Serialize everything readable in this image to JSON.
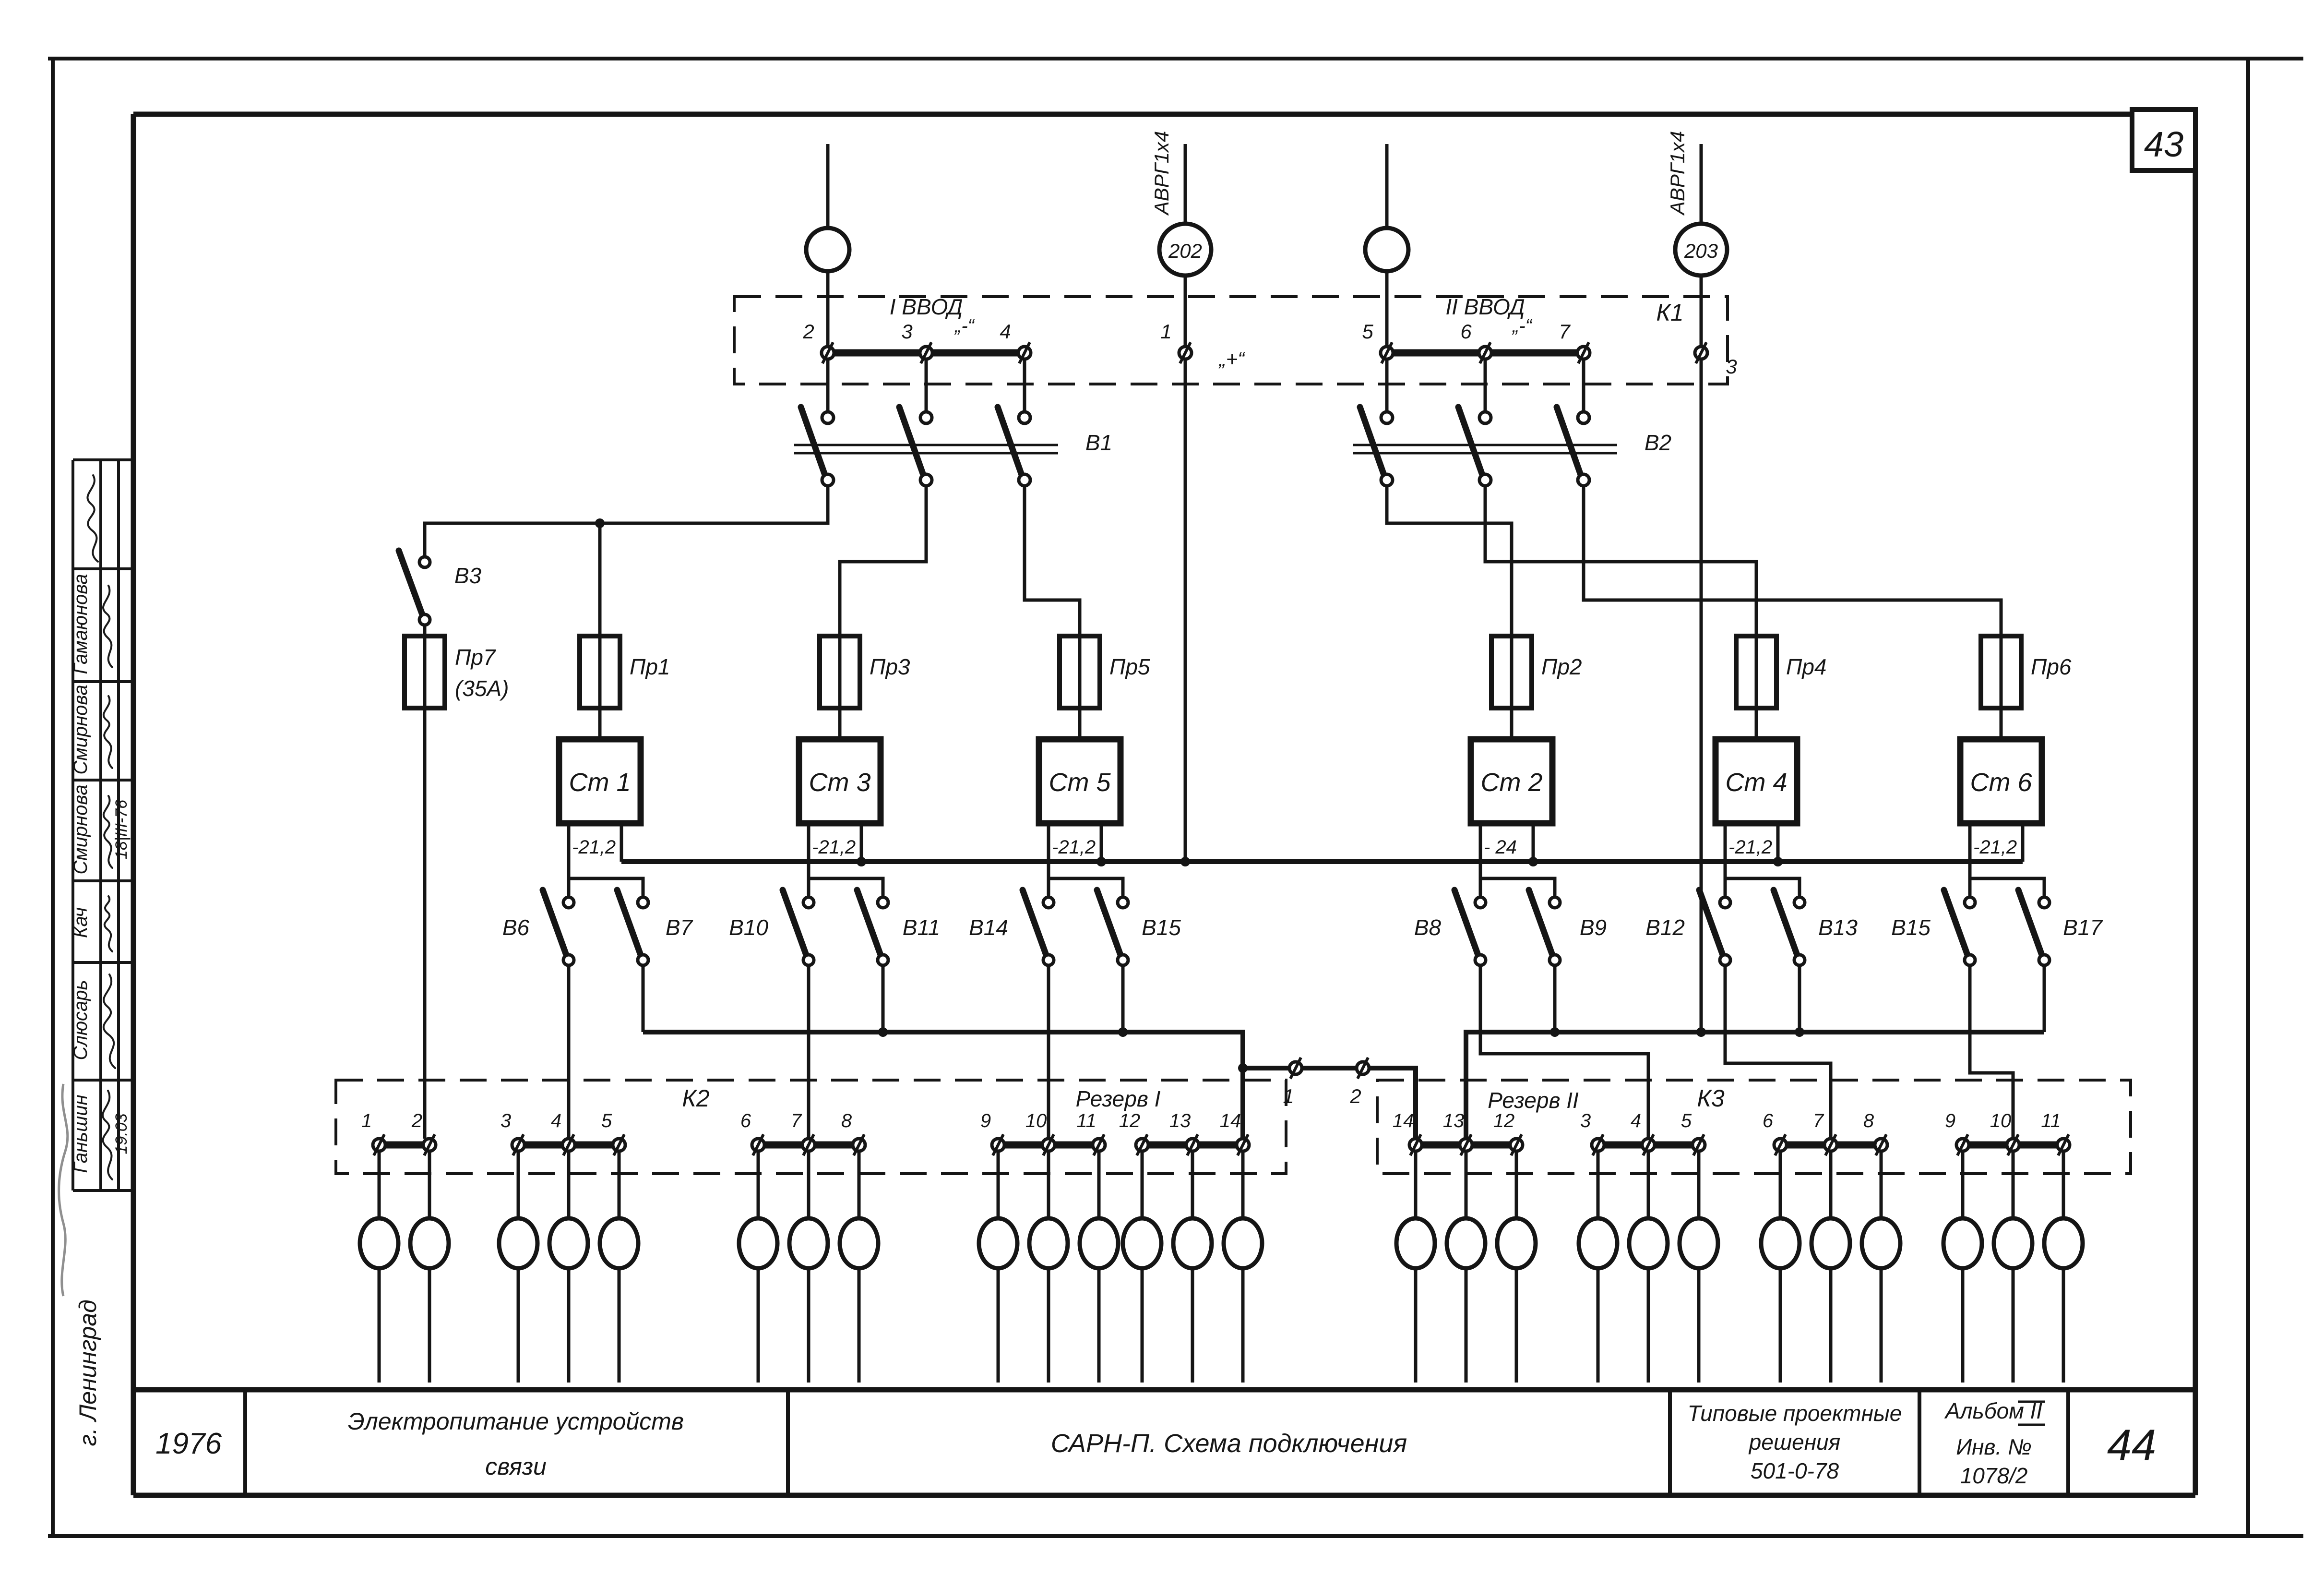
{
  "sheet": {
    "corner_number": "43",
    "page_number": "44",
    "year": "1976"
  },
  "title_block": {
    "subject_line1": "Электропитание  устройств",
    "subject_line2": "связи",
    "title": "САРН-П.    Схема  подключения",
    "series_line1": "Типовые  проектные",
    "series_line2": "решения",
    "series_line3": "501-0-78",
    "album_label": "Альбом  II",
    "inv_label": "Инв. №",
    "inv_number": "1078/2"
  },
  "sidebar": {
    "rows": [
      {
        "name": "Гамаюнова",
        "date": ""
      },
      {
        "name": "Смирнова",
        "date": ""
      },
      {
        "name": "Смирнова",
        "date": "18|III-76"
      },
      {
        "name": "Кач",
        "date": ""
      },
      {
        "name": "Слюсарь",
        "date": ""
      },
      {
        "name": "Ганьшин",
        "date": "19.03"
      }
    ],
    "city": "г. Ленинград"
  },
  "feeders": {
    "cable_left": "АВРГ1х4",
    "cable_right": "АВРГ1х4",
    "meter_left": "202",
    "meter_right": "203"
  },
  "k1": {
    "label": "К1",
    "vvod1": "I ВВОД",
    "vvod2": "II ВВОД",
    "t2": "2",
    "t3": "3",
    "t4": "4",
    "t1": "1",
    "t5": "5",
    "t6": "6",
    "t7": "7",
    "t3r": "3",
    "plus": "„+“",
    "minus1": "„-“",
    "minus2": "„-“"
  },
  "breakers": {
    "v1": "В1",
    "v2": "В2",
    "v3": "В3",
    "pl1a": "В6",
    "pl1b": "В7",
    "pl2a": "В10",
    "pl2b": "В11",
    "pl3a": "В14",
    "pl3b": "В15",
    "pr1a": "В8",
    "pr1b": "В9",
    "pr2a": "В12",
    "pr2b": "В13",
    "pr3a": "В15",
    "pr3b": "В17"
  },
  "fuses": {
    "f7": "Пр7",
    "f7_rating": "(35А)",
    "f1": "Пр1",
    "f3": "Пр3",
    "f5": "Пр5",
    "f2": "Пр2",
    "f4": "Пр4",
    "f6": "Пр6"
  },
  "stabilizers": {
    "s1": {
      "name": "Ст 1",
      "out": "-21,2"
    },
    "s3": {
      "name": "Ст 3",
      "out": "-21,2"
    },
    "s5": {
      "name": "Ст 5",
      "out": "-21,2"
    },
    "s2": {
      "name": "Ст 2",
      "out": "- 24"
    },
    "s4": {
      "name": "Ст 4",
      "out": "-21,2"
    },
    "s6": {
      "name": "Ст 6",
      "out": "-21,2"
    }
  },
  "k2": {
    "label": "К2",
    "reserve": "Резерв I",
    "terminals": [
      "1",
      "2",
      "3",
      "4",
      "5",
      "6",
      "7",
      "8",
      "9",
      "10",
      "11",
      "12",
      "13",
      "14"
    ]
  },
  "k3": {
    "label": "К3",
    "reserve": "Резерв II",
    "terminals": [
      "14",
      "13",
      "12",
      "3",
      "4",
      "5",
      "6",
      "7",
      "8",
      "9",
      "10",
      "11"
    ]
  },
  "link": {
    "t1": "1",
    "t2": "2"
  }
}
